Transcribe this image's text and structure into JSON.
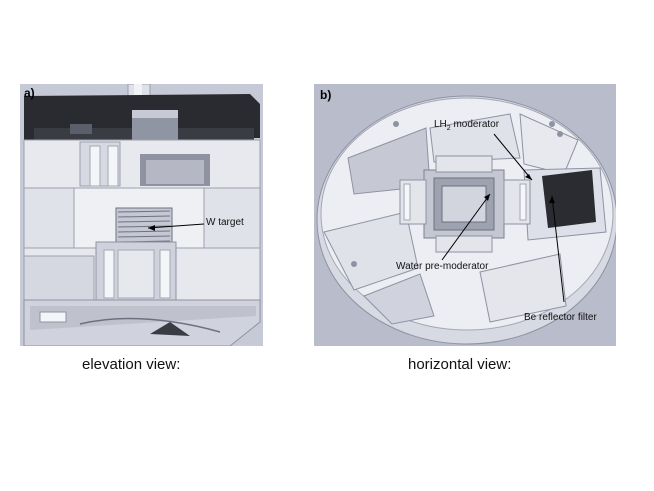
{
  "panel_a": {
    "letter": "a)",
    "annotation": "W target",
    "caption": "elevation view:"
  },
  "panel_b": {
    "letter": "b)",
    "annotation_lh2_prefix": "LH",
    "annotation_lh2_sub": "2",
    "annotation_lh2_suffix": " moderator",
    "annotation_water": "Water pre-moderator",
    "annotation_be": "Be reflector filter",
    "caption": "horizontal view:"
  },
  "colors": {
    "metal_light": "#e6e8ef",
    "metal_mid": "#c9ccd8",
    "metal_dark": "#8e92a2",
    "housing_dark": "#2a2b30",
    "panel_bg": "#b9bccb"
  }
}
